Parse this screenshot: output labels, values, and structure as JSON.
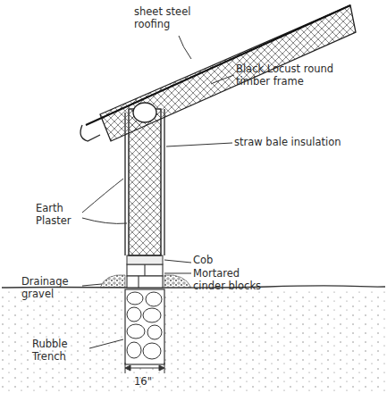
{
  "diagram": {
    "labels": [
      "sheet steel roofing",
      "Black Locust round timber frame",
      "straw bale insulation",
      "Earth Plaster",
      "Cob",
      "Mortared cinder blocks",
      "Drainage gravel",
      "Rubble Trench",
      "16\""
    ]
  }
}
